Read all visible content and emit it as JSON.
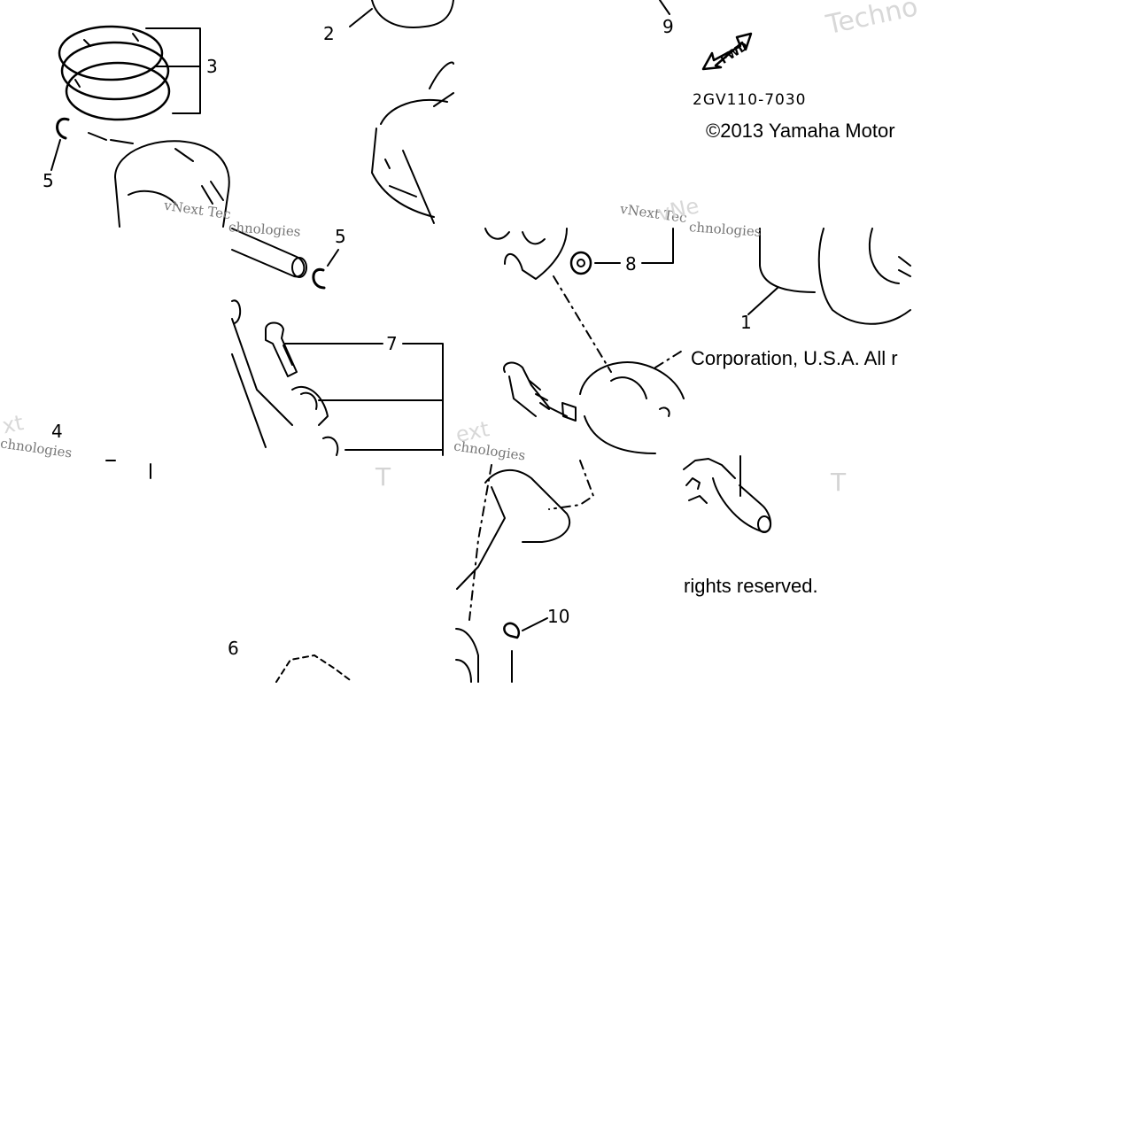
{
  "diagram": {
    "part_code": "2GV110-7030",
    "callouts": {
      "c1": "1",
      "c2": "2",
      "c3": "3",
      "c4": "4",
      "c5a": "5",
      "c5b": "5",
      "c6": "6",
      "c7": "7",
      "c8": "8",
      "c9": "9",
      "c10": "10"
    },
    "fwd_label": "FWD",
    "copyright": {
      "line1": "©2013 Yamaha Motor",
      "line2": "Corporation, U.S.A. All r",
      "line3": "rights reserved."
    },
    "watermarks": {
      "w1": "Techno",
      "w2": "vNext Tec",
      "w3": "vNe",
      "w4": "chnologies",
      "w5": "ext",
      "w6": "chnologies",
      "w7": "xt",
      "w8": "chnologies",
      "w9": "T",
      "w10": "T",
      "w11": "vNext Tec",
      "w12": "chnologies"
    }
  }
}
